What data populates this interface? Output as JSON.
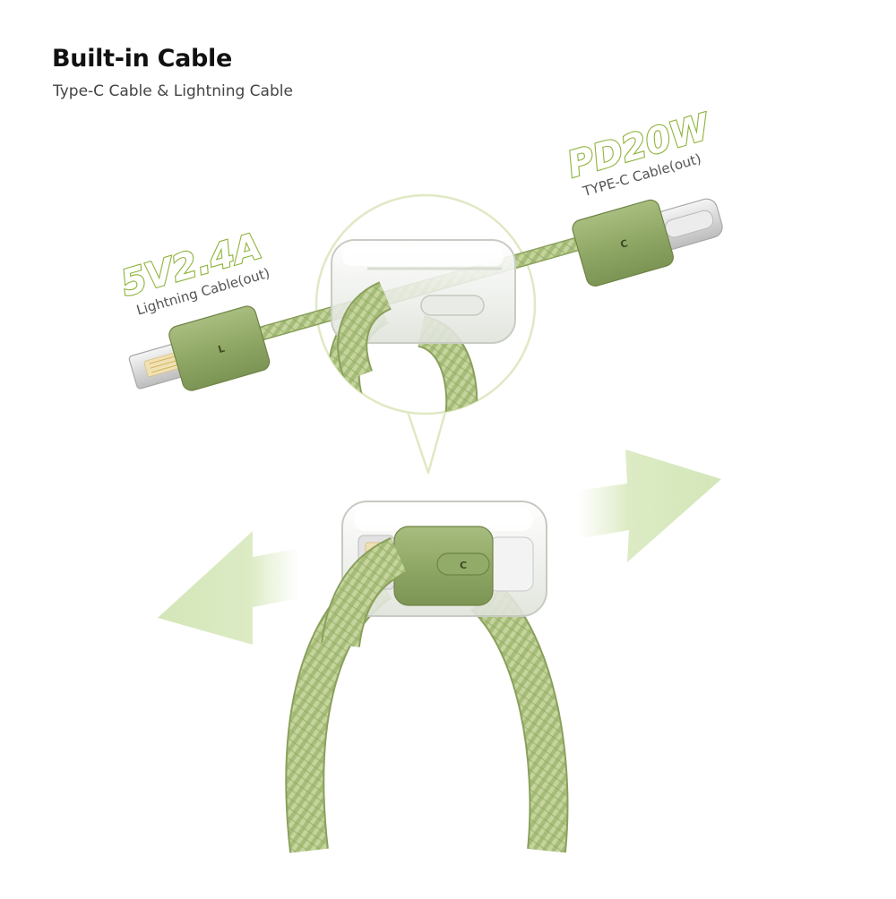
{
  "header": {
    "title": "Built-in Cable",
    "subtitle": "Type-C Cable & Lightning Cable"
  },
  "lightning_spec": {
    "rating": "5V2.4A",
    "label": "Lightning Cable(out)",
    "plug_mark": "L"
  },
  "typec_spec": {
    "rating": "PD20W",
    "label": "TYPE-C Cable(out)",
    "plug_mark": "C"
  },
  "holder_mark": "C",
  "colors": {
    "cable_green": "#a5bd78",
    "plug_green": "#8fa863",
    "accent_green": "#8db33a",
    "arrow_green": "#d9eac1",
    "callout_outline": "#dfe9c4"
  }
}
